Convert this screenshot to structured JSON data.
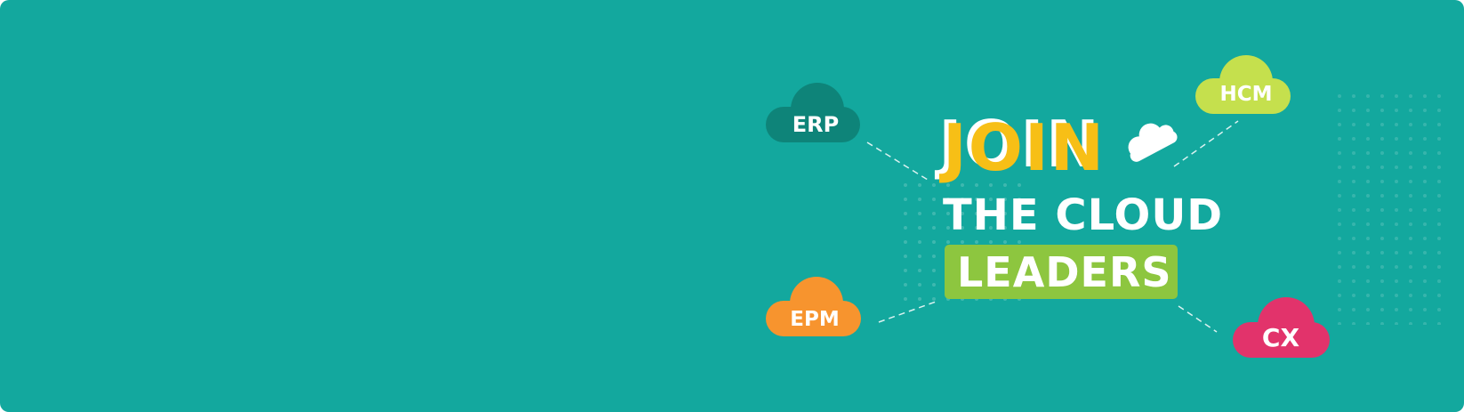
{
  "headline": {
    "line1": "JOIN",
    "line2": "THE CLOUD",
    "line3": "LEADERS"
  },
  "clouds": [
    {
      "label": "ERP",
      "color": "#0e8479"
    },
    {
      "label": "HCM",
      "color": "#c5e04d"
    },
    {
      "label": "EPM",
      "color": "#f7942e"
    },
    {
      "label": "CX",
      "color": "#e2336b"
    }
  ],
  "colors": {
    "background": "#13a89e",
    "join_yellow": "#f7bf16",
    "leaders_green": "#8dc63f",
    "white": "#ffffff"
  },
  "icons": [
    "cloud-icon"
  ]
}
